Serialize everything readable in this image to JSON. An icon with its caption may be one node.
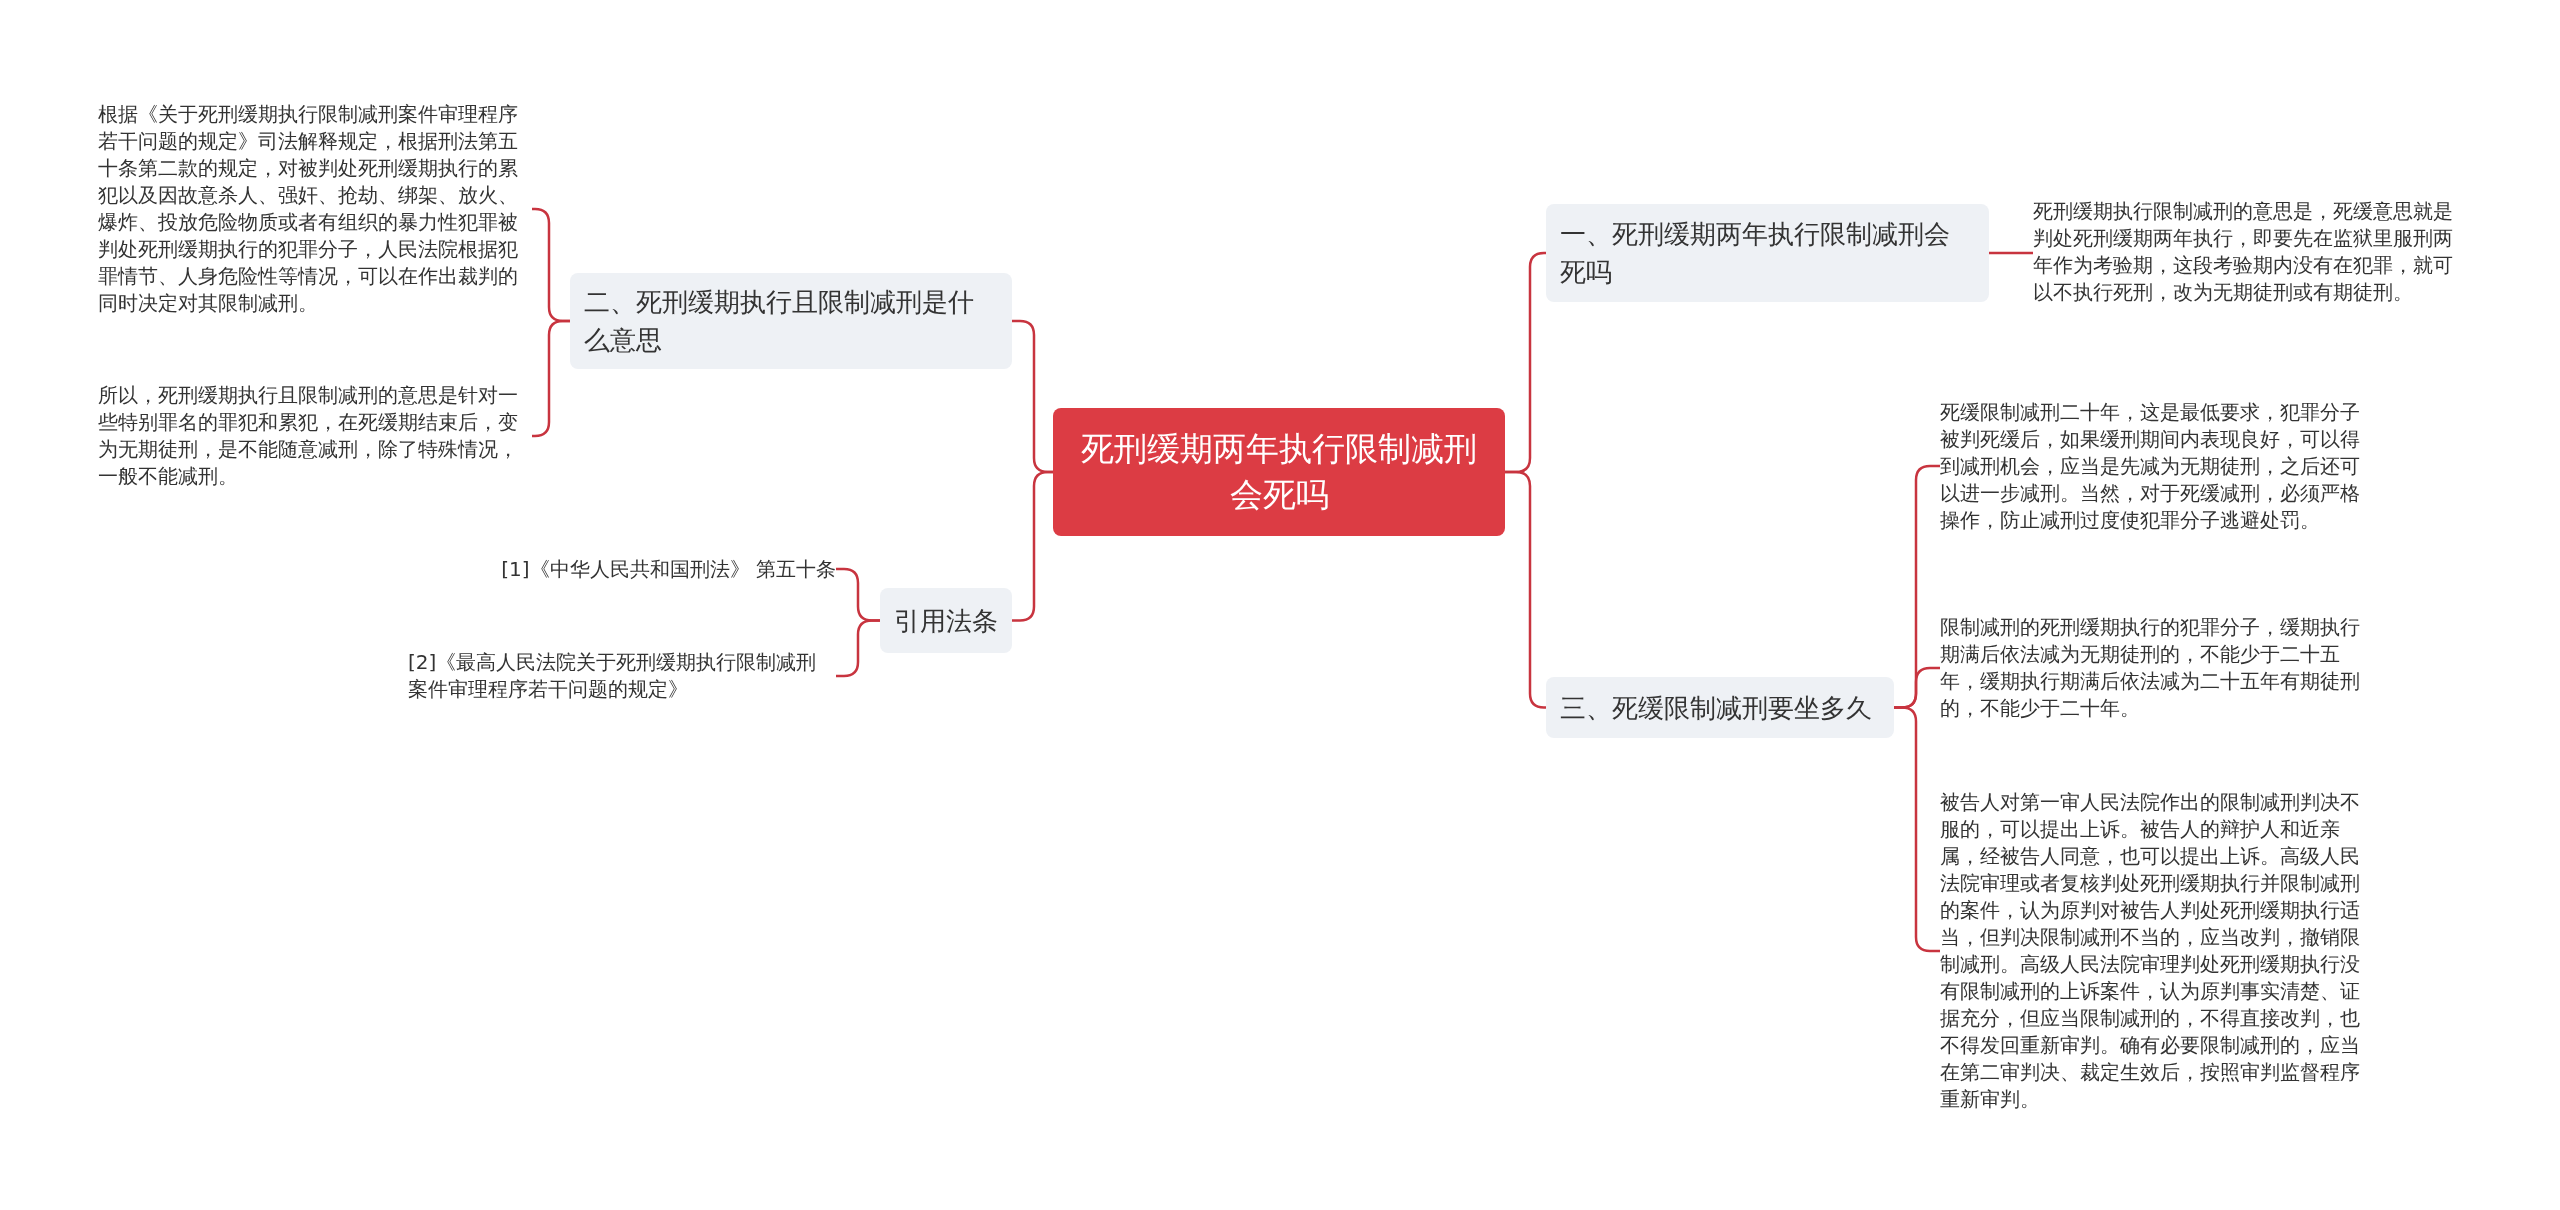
{
  "diagram": {
    "nodes": [
      {
        "text": [
          "死刑缓期两年执行限制减刑会死吗"
        ]
      },
      {
        "text": [
          "一、死刑缓期两年执行限制减刑会死吗"
        ]
      },
      {
        "text": [
          "死刑缓期执行限制减刑的意思是，死缓意思就是判处死刑缓期两年执行，即要先在监狱里服刑两年作为考验期，这段考验期内没有在犯罪，就可以不执行死刑，改为无期徒刑或有期徒刑。"
        ]
      },
      {
        "text": [
          "三、死缓限制减刑要坐多久"
        ]
      },
      {
        "text": [
          "死缓限制减刑二十年，这是最低要求，犯罪分子被判死缓后，如果缓刑期间内表现良好，可以得到减刑机会，应当是先减为无期徒刑，之后还可以进一步减刑。当然，对于死缓减刑，必须严格操作，防止减刑过度使犯罪分子逃避处罚。"
        ]
      },
      {
        "text": [
          "限制减刑的死刑缓期执行的犯罪分子，缓期执行期满后依法减为无期徒刑的，不能少于二十五年，缓期执行期满后依法减为二十五年有期徒刑的，不能少于二十年。"
        ]
      },
      {
        "text": [
          "被告人对第一审人民法院作出的限制减刑判决不服的，可以提出上诉。被告人的辩护人和近亲属，经被告人同意，也可以提出上诉。高级人民法院审理或者复核判处死刑缓期执行并限制减刑的案件，认为原判对被告人判处死刑缓期执行适当，但判决限制减刑不当的，应当改判，撤销限制减刑。高级人民法院审理判处死刑缓期执行没有限制减刑的上诉案件，认为原判事实清楚、证据充分，但应当限制减刑的，不得直接改判，也不得发回重新审判。确有必要限制减刑的，应当在第二审判决、裁定生效后，按照审判监督程序重新审判。"
        ]
      },
      {
        "text": [
          "二、死刑缓期执行且限制减刑是什么意思"
        ]
      },
      {
        "text": [
          "根据《关于死刑缓期执行限制减刑案件审理程序若干问题的规定》司法解释规定，根据刑法第五十条第二款的规定，对被判处死刑缓期执行的累犯以及因故意杀人、强奸、抢劫、绑架、放火、爆炸、投放危险物质或者有组织的暴力性犯罪被判处死刑缓期执行的犯罪分子，人民法院根据犯罪情节、人身危险性等情况，可以在作出裁判的同时决定对其限制减刑。"
        ]
      },
      {
        "text": [
          "所以，死刑缓期执行且限制减刑的意思是针对一些特别罪名的罪犯和累犯，在死缓期结束后，变为无期徒刑，是不能随意减刑，除了特殊情况，一般不能减刑。"
        ]
      },
      {
        "text": [
          "引用法条"
        ]
      },
      {
        "text": [
          "[1]《中华人民共和国刑法》 第五十条"
        ]
      },
      {
        "text": [
          "[2]《最高人民法院关于死刑缓期执行限制减刑案件审理程序若干问题的规定》"
        ]
      }
    ],
    "edges": [
      {
        "from": 0,
        "to": 1,
        "arrow": "none"
      },
      {
        "from": 0,
        "to": 3,
        "arrow": "none"
      },
      {
        "from": 0,
        "to": 7,
        "arrow": "none"
      },
      {
        "from": 0,
        "to": 10,
        "arrow": "none"
      },
      {
        "from": 1,
        "to": 2,
        "arrow": "none"
      },
      {
        "from": 3,
        "to": 4,
        "arrow": "none"
      },
      {
        "from": 3,
        "to": 5,
        "arrow": "none"
      },
      {
        "from": 3,
        "to": 6,
        "arrow": "none"
      },
      {
        "from": 7,
        "to": 8,
        "arrow": "none"
      },
      {
        "from": 7,
        "to": 9,
        "arrow": "none"
      },
      {
        "from": 10,
        "to": 11,
        "arrow": "none"
      },
      {
        "from": 10,
        "to": 12,
        "arrow": "none"
      }
    ]
  }
}
